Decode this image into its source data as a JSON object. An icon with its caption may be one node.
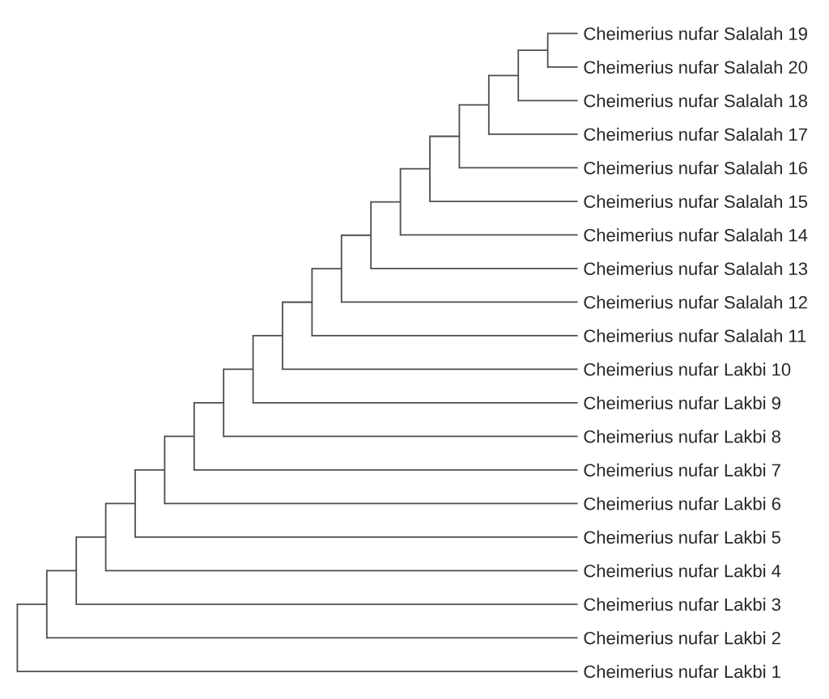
{
  "diagram": {
    "nodes": [
      {
        "text": [
          "Cheimerius nufar Salalah 19"
        ]
      },
      {
        "text": [
          "Cheimerius nufar Salalah 20"
        ]
      },
      {
        "text": [
          "Cheimerius nufar Salalah 18"
        ]
      },
      {
        "text": [
          "Cheimerius nufar Salalah 17"
        ]
      },
      {
        "text": [
          "Cheimerius nufar Salalah 16"
        ]
      },
      {
        "text": [
          "Cheimerius nufar Salalah 15"
        ]
      },
      {
        "text": [
          "Cheimerius nufar Salalah 14"
        ]
      },
      {
        "text": [
          "Cheimerius nufar Salalah 13"
        ]
      },
      {
        "text": [
          "Cheimerius nufar Salalah 12"
        ]
      },
      {
        "text": [
          "Cheimerius nufar Salalah 11"
        ]
      },
      {
        "text": [
          "Cheimerius nufar Lakbi 10"
        ]
      },
      {
        "text": [
          "Cheimerius nufar Lakbi 9"
        ]
      },
      {
        "text": [
          "Cheimerius nufar Lakbi 8"
        ]
      },
      {
        "text": [
          "Cheimerius nufar Lakbi 7"
        ]
      },
      {
        "text": [
          "Cheimerius nufar Lakbi 6"
        ]
      },
      {
        "text": [
          "Cheimerius nufar Lakbi 5"
        ]
      },
      {
        "text": [
          "Cheimerius nufar Lakbi 4"
        ]
      },
      {
        "text": [
          "Cheimerius nufar Lakbi 3"
        ]
      },
      {
        "text": [
          "Cheimerius nufar Lakbi 2"
        ]
      },
      {
        "text": [
          "Cheimerius nufar Lakbi 1"
        ]
      },
      {
        "text": [],
        "shape": "bar"
      },
      {
        "text": [],
        "shape": "bar"
      },
      {
        "text": [],
        "shape": "bar"
      },
      {
        "text": [],
        "shape": "bar"
      },
      {
        "text": [],
        "shape": "bar"
      },
      {
        "text": [],
        "shape": "bar"
      },
      {
        "text": [],
        "shape": "bar"
      },
      {
        "text": [],
        "shape": "bar"
      },
      {
        "text": [],
        "shape": "bar"
      },
      {
        "text": [],
        "shape": "bar"
      },
      {
        "text": [],
        "shape": "bar"
      },
      {
        "text": [],
        "shape": "bar"
      },
      {
        "text": [],
        "shape": "bar"
      },
      {
        "text": [],
        "shape": "bar"
      },
      {
        "text": [],
        "shape": "bar"
      },
      {
        "text": [],
        "shape": "bar"
      },
      {
        "text": [],
        "shape": "bar"
      },
      {
        "text": [],
        "shape": "bar"
      },
      {
        "text": [],
        "shape": "bar"
      }
    ],
    "edges": [
      {
        "from": 20,
        "to": 21,
        "arrow": "none"
      },
      {
        "from": 20,
        "to": 19,
        "arrow": "none"
      },
      {
        "from": 21,
        "to": 22,
        "arrow": "none"
      },
      {
        "from": 21,
        "to": 18,
        "arrow": "none"
      },
      {
        "from": 22,
        "to": 23,
        "arrow": "none"
      },
      {
        "from": 22,
        "to": 17,
        "arrow": "none"
      },
      {
        "from": 23,
        "to": 24,
        "arrow": "none"
      },
      {
        "from": 23,
        "to": 16,
        "arrow": "none"
      },
      {
        "from": 24,
        "to": 25,
        "arrow": "none"
      },
      {
        "from": 24,
        "to": 15,
        "arrow": "none"
      },
      {
        "from": 25,
        "to": 26,
        "arrow": "none"
      },
      {
        "from": 25,
        "to": 14,
        "arrow": "none"
      },
      {
        "from": 26,
        "to": 27,
        "arrow": "none"
      },
      {
        "from": 26,
        "to": 13,
        "arrow": "none"
      },
      {
        "from": 27,
        "to": 28,
        "arrow": "none"
      },
      {
        "from": 27,
        "to": 12,
        "arrow": "none"
      },
      {
        "from": 28,
        "to": 29,
        "arrow": "none"
      },
      {
        "from": 28,
        "to": 11,
        "arrow": "none"
      },
      {
        "from": 29,
        "to": 30,
        "arrow": "none"
      },
      {
        "from": 29,
        "to": 10,
        "arrow": "none"
      },
      {
        "from": 30,
        "to": 31,
        "arrow": "none"
      },
      {
        "from": 30,
        "to": 9,
        "arrow": "none"
      },
      {
        "from": 31,
        "to": 32,
        "arrow": "none"
      },
      {
        "from": 31,
        "to": 8,
        "arrow": "none"
      },
      {
        "from": 32,
        "to": 33,
        "arrow": "none"
      },
      {
        "from": 32,
        "to": 7,
        "arrow": "none"
      },
      {
        "from": 33,
        "to": 34,
        "arrow": "none"
      },
      {
        "from": 33,
        "to": 6,
        "arrow": "none"
      },
      {
        "from": 34,
        "to": 35,
        "arrow": "none"
      },
      {
        "from": 34,
        "to": 5,
        "arrow": "none"
      },
      {
        "from": 35,
        "to": 36,
        "arrow": "none"
      },
      {
        "from": 35,
        "to": 4,
        "arrow": "none"
      },
      {
        "from": 36,
        "to": 37,
        "arrow": "none"
      },
      {
        "from": 36,
        "to": 3,
        "arrow": "none"
      },
      {
        "from": 37,
        "to": 38,
        "arrow": "none"
      },
      {
        "from": 37,
        "to": 2,
        "arrow": "none"
      },
      {
        "from": 38,
        "to": 0,
        "arrow": "none"
      },
      {
        "from": 38,
        "to": 1,
        "arrow": "none"
      }
    ]
  }
}
